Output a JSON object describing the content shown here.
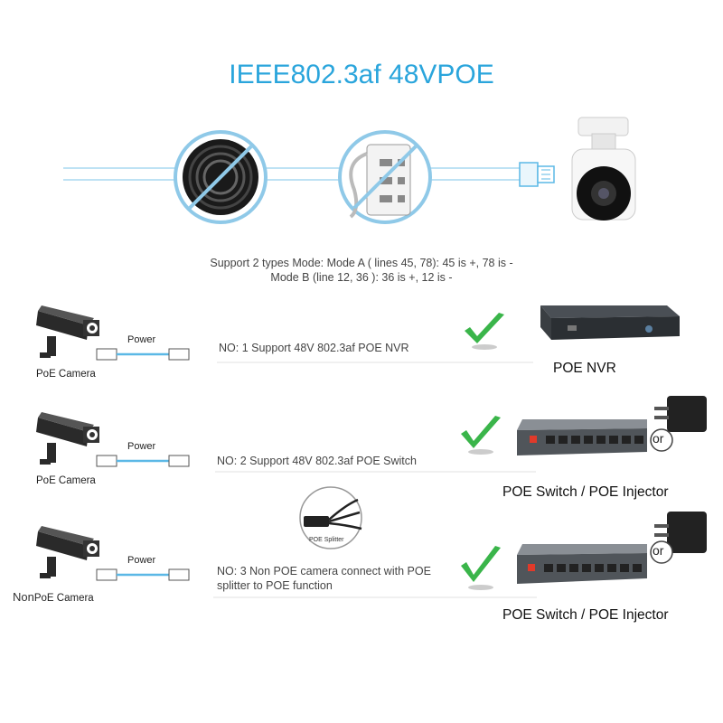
{
  "title": "IEEE802.3af 48VPOE",
  "support": {
    "line1": "Support 2 types Mode: Mode A ( lines 45, 78): 45 is +, 78 is -",
    "line2": "Mode B (line 12, 36 ): 36 is +, 12 is -"
  },
  "rows": [
    {
      "camera_label": "PoE Camera",
      "power": "Power",
      "text": "NO: 1 Support 48V 802.3af POE NVR",
      "device": "POE NVR"
    },
    {
      "camera_label": "PoE Camera",
      "power": "Power",
      "text": "NO: 2 Support 48V 802.3af POE Switch",
      "device": "POE Switch / POE Injector",
      "or": "or"
    },
    {
      "camera_label_prefix": "Non",
      "camera_label": "PoE Camera",
      "power": "Power",
      "text_line1": "NO: 3 Non POE camera connect with POE",
      "text_line2": "splitter to  POE function",
      "device": "POE Switch / POE Injector",
      "or": "or",
      "splitter_label": "POE Splitter"
    }
  ],
  "colors": {
    "accent": "#2aa5dc",
    "check": "#3ab54a",
    "cable": "#5bb8e6"
  }
}
